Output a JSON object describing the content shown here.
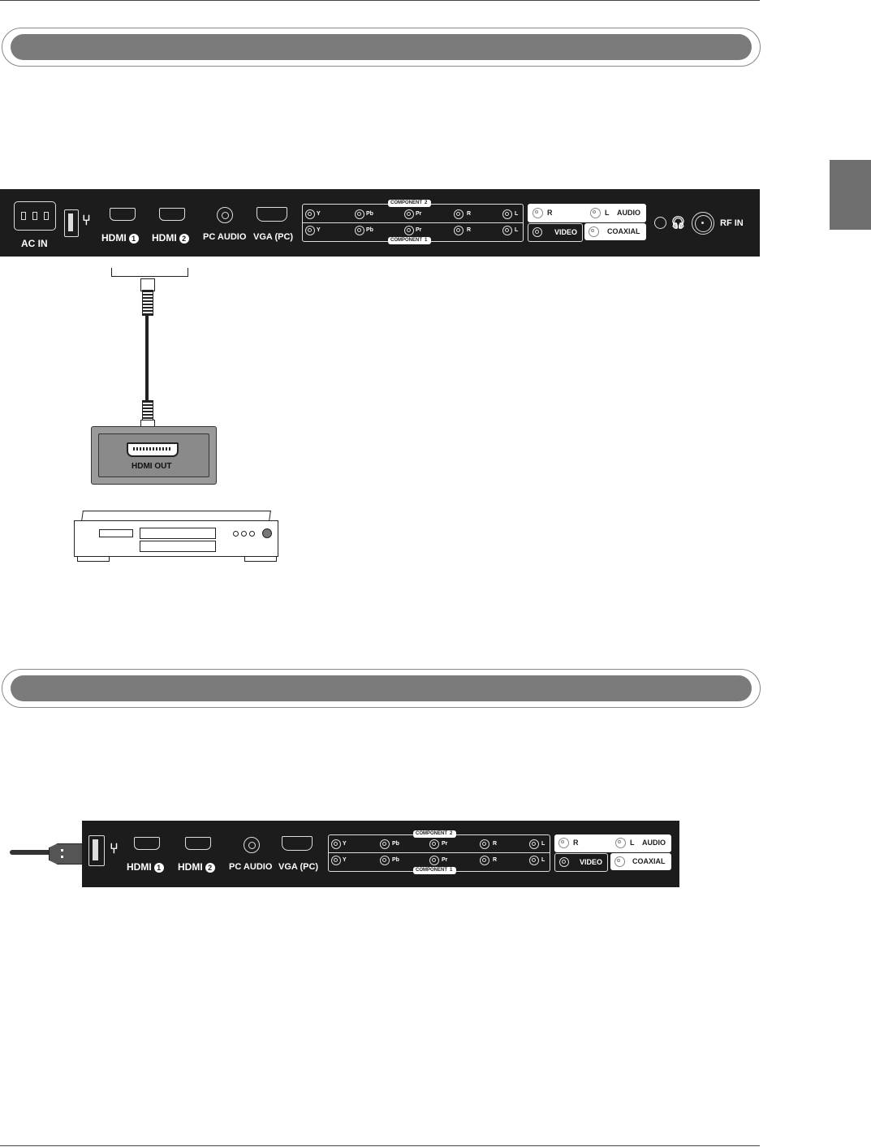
{
  "panel1": {
    "ac_in": "AC IN",
    "hdmi": "HDMI",
    "hdmi1_num": "1",
    "hdmi2_num": "2",
    "pc_audio": "PC AUDIO",
    "vga": "VGA (PC)",
    "component_top": "COMPONENT",
    "component_top_num": "2",
    "component_bottom": "COMPONENT",
    "component_bottom_num": "1",
    "y": "Y",
    "pb": "Pb",
    "pr": "Pr",
    "r": "R",
    "l": "L",
    "audio": "AUDIO",
    "video": "VIDEO",
    "coaxial": "COAXIAL",
    "rf_in": "RF IN"
  },
  "device": {
    "hdmi_out": "HDMI OUT"
  },
  "colors": {
    "panel": "#1c1c1c",
    "banner": "#7b7b7b",
    "side_tab": "#6e6e6e",
    "device_box": "#9a9a9a"
  }
}
